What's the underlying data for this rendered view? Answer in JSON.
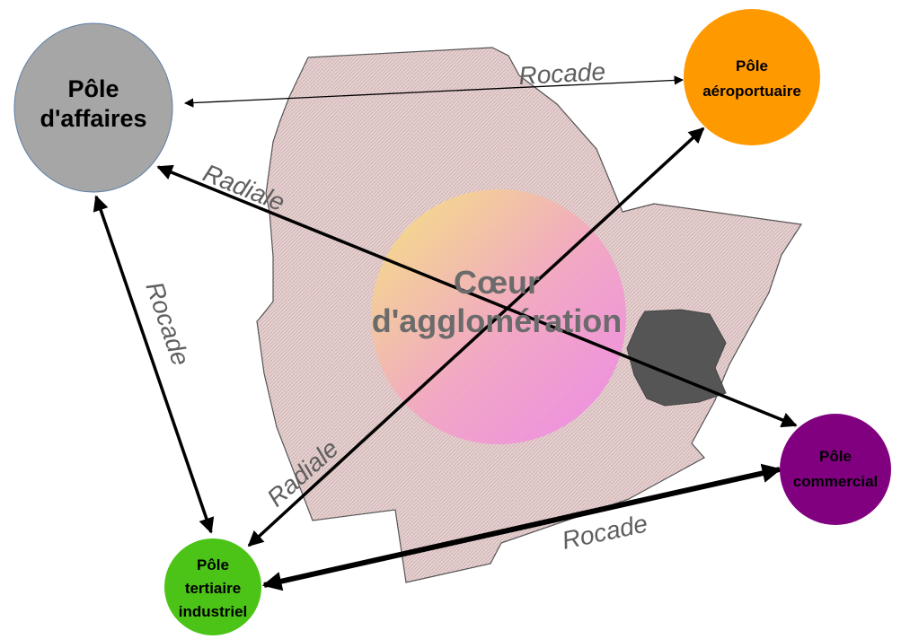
{
  "diagram": {
    "core": {
      "line1": "Cœur",
      "line2": "d'agglomération"
    },
    "poles": {
      "affaires": {
        "line1": "Pôle",
        "line2": "d'affaires",
        "color": "#a6a6a6"
      },
      "aeroportuaire": {
        "line1": "Pôle",
        "line2": "aéroportuaire",
        "color": "#ff9900"
      },
      "commercial": {
        "line1": "Pôle",
        "line2": "commercial",
        "color": "#800080"
      },
      "tertiaire": {
        "line1": "Pôle",
        "line2": "tertiaire",
        "line3": "industriel",
        "color": "#4cc417"
      }
    },
    "roads": {
      "rocade_top": "Rocade",
      "rocade_left": "Rocade",
      "rocade_bottom": "Rocade",
      "radiale_upper": "Radiale",
      "radiale_lower": "Radiale"
    },
    "colors": {
      "urban_area": "#e2c9c9",
      "dark_zone": "#555555",
      "core_gradient_start": "#f6e67a",
      "core_gradient_end": "#ee88e8",
      "arrow": "#000000"
    }
  }
}
